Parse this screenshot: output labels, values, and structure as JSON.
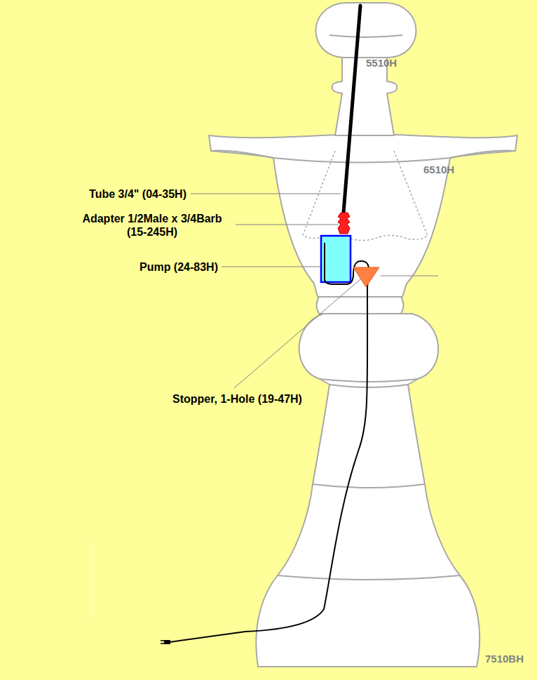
{
  "diagram": {
    "labels": [
      "5510H",
      "6510H",
      "Tube 3/4\" (04-35H)",
      "Adapter 1/2Male x 3/4Barb (15-245H)",
      "Pump (24-83H)",
      "Stopper, 1-Hole (19-47H)",
      "7510BH"
    ]
  }
}
